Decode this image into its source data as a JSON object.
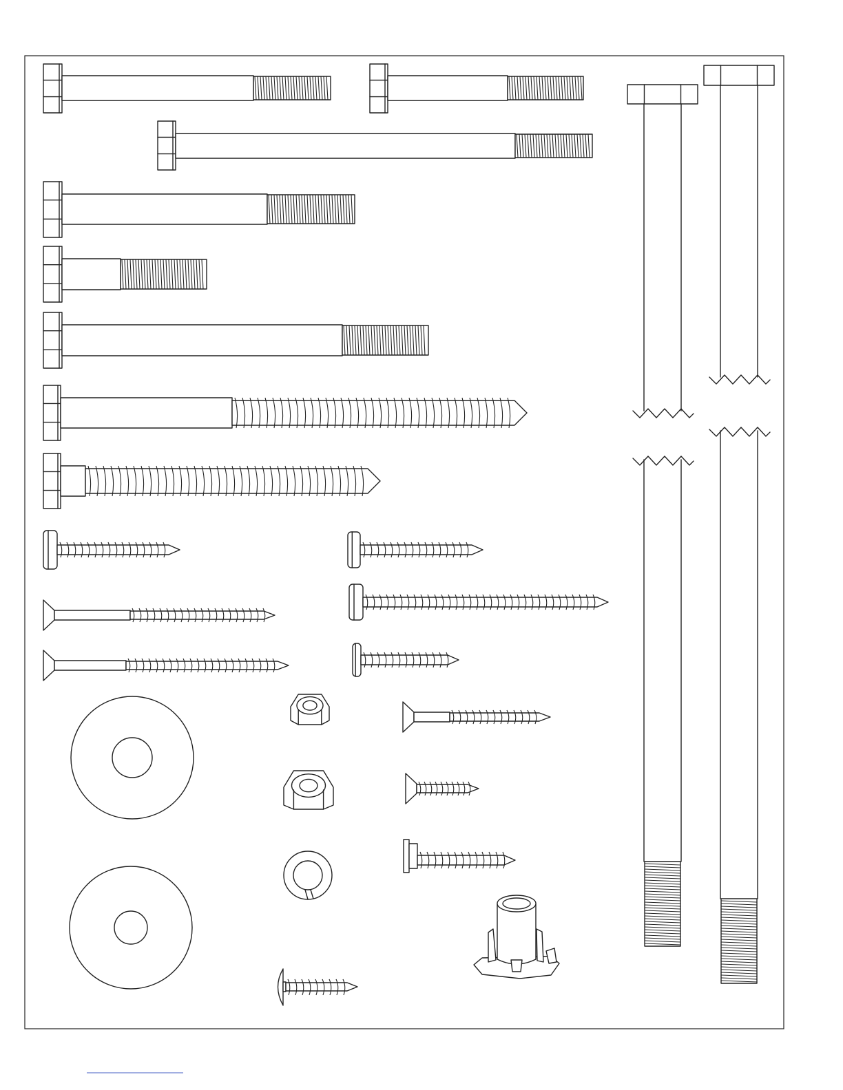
{
  "diagram": {
    "hex_bolts_short": [
      {
        "name": "hex-bolt-a",
        "shank_start": 90,
        "thread_start": 368,
        "end": 480
      },
      {
        "name": "hex-bolt-b",
        "shank_start": 563,
        "thread_start": 737,
        "end": 847
      },
      {
        "name": "hex-bolt-c",
        "shank_start": 255,
        "thread_start": 748,
        "end": 860
      },
      {
        "name": "hex-bolt-d",
        "shank_start": 90,
        "thread_start": 388,
        "end": 515
      },
      {
        "name": "hex-bolt-e",
        "shank_start": 90,
        "thread_start": 175,
        "end": 300
      },
      {
        "name": "hex-bolt-f",
        "shank_start": 90,
        "thread_start": 497,
        "end": 622
      }
    ],
    "lag_screws": [
      {
        "name": "lag-screw-long",
        "shank_end": 337,
        "tip": 765
      },
      {
        "name": "lag-screw-full-thread",
        "shank_end": 124,
        "tip": 552
      }
    ],
    "long_bolts": [
      {
        "name": "long-hex-bolt-left"
      },
      {
        "name": "long-hex-bolt-right"
      }
    ],
    "washers": [
      {
        "name": "flat-washer-small-hole"
      },
      {
        "name": "flat-washer-large-hole"
      }
    ],
    "nuts": [
      {
        "name": "lock-nut-small"
      },
      {
        "name": "lock-nut-large"
      },
      {
        "name": "split-lock-washer"
      }
    ],
    "screws": [
      {
        "name": "pan-head-screw-a"
      },
      {
        "name": "pan-head-screw-b"
      },
      {
        "name": "pan-head-screw-long"
      },
      {
        "name": "pan-head-screw-short"
      },
      {
        "name": "flat-head-screw-a"
      },
      {
        "name": "flat-head-screw-b"
      },
      {
        "name": "flat-head-screw-c"
      },
      {
        "name": "flat-head-screw-small"
      },
      {
        "name": "hex-washer-head-screw"
      },
      {
        "name": "truss-head-screw"
      }
    ],
    "tee_nut": {
      "name": "tee-nut"
    }
  }
}
